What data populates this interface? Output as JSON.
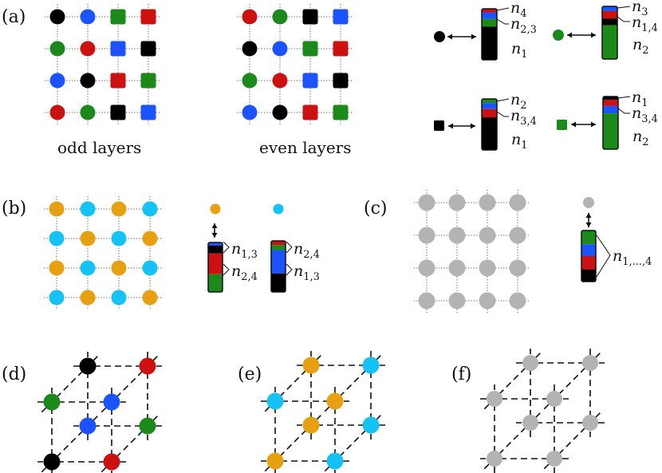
{
  "colors": {
    "black": "#000000",
    "blue": "#1a53ff",
    "green": "#1b8a1b",
    "red": "#cc1111",
    "orange": "#e6a010",
    "cyan": "#15c2f5",
    "gray": "#b3b3b3"
  },
  "panel_labels": [
    "(a)",
    "(b)",
    "(c)",
    "(d)",
    "(e)",
    "(f)"
  ],
  "captions": {
    "odd": "odd layers",
    "even": "even layers"
  },
  "lattice_a_odd": [
    [
      "black:circle",
      "blue:circle",
      "green:square",
      "red:square"
    ],
    [
      "green:circle",
      "red:circle",
      "blue:square",
      "black:square"
    ],
    [
      "blue:circle",
      "black:circle",
      "red:square",
      "green:square"
    ],
    [
      "red:circle",
      "green:circle",
      "black:square",
      "blue:square"
    ]
  ],
  "lattice_a_even": [
    [
      "red:circle",
      "green:circle",
      "black:square",
      "blue:square"
    ],
    [
      "black:circle",
      "blue:circle",
      "green:square",
      "red:square"
    ],
    [
      "green:circle",
      "red:circle",
      "blue:square",
      "black:square"
    ],
    [
      "blue:circle",
      "black:circle",
      "red:square",
      "green:square"
    ]
  ],
  "lattice_b": [
    [
      "orange",
      "cyan",
      "orange",
      "cyan"
    ],
    [
      "cyan",
      "orange",
      "cyan",
      "orange"
    ],
    [
      "orange",
      "cyan",
      "orange",
      "cyan"
    ],
    [
      "cyan",
      "orange",
      "cyan",
      "orange"
    ]
  ],
  "lattice_c_color": "gray",
  "occupation_labels": {
    "a1": [
      "4",
      "2,3",
      "1"
    ],
    "a2": [
      "3",
      "1,4",
      "2"
    ],
    "a3": [
      "2",
      "3,4",
      "1"
    ],
    "a4": [
      "1",
      "3,4",
      "2"
    ],
    "b_orange": [
      "1,3",
      "2,4"
    ],
    "b_cyan": [
      "2,4",
      "1,3"
    ],
    "c": [
      "1,...,4"
    ]
  },
  "n_symbol": "n",
  "cube_d": [
    "black",
    "red",
    "green",
    "blue",
    "blue",
    "green",
    "black",
    "red"
  ],
  "cube_e": [
    "orange",
    "cyan",
    "cyan",
    "orange",
    "orange",
    "cyan",
    "orange",
    "cyan"
  ],
  "cube_f": [
    "gray",
    "gray",
    "gray",
    "gray",
    "gray",
    "gray",
    "gray",
    "gray"
  ]
}
